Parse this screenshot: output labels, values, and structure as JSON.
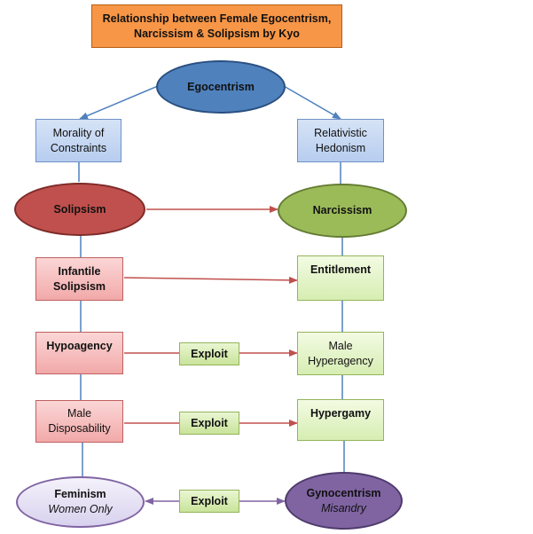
{
  "title": {
    "line1": "Relationship between Female Egocentrism,",
    "line2": "Narcissism & Solipsism by Kyo"
  },
  "nodes": {
    "egocentrism": "Egocentrism",
    "morality": {
      "line1": "Morality of",
      "line2": "Constraints"
    },
    "hedonism": {
      "line1": "Relativistic",
      "line2": "Hedonism"
    },
    "solipsism": "Solipsism",
    "narcissism": "Narcissism",
    "infantile": {
      "line1": "Infantile",
      "line2": "Solipsism"
    },
    "entitlement": "Entitlement",
    "hypoagency": "Hypoagency",
    "hyperagency": {
      "line1": "Male",
      "line2": "Hyperagency"
    },
    "disposability": {
      "line1": "Male",
      "line2": "Disposability"
    },
    "hypergamy": "Hypergamy",
    "feminism": {
      "line1": "Feminism",
      "line2": "Women Only"
    },
    "gynocentrism": {
      "line1": "Gynocentrism",
      "line2": "Misandry"
    }
  },
  "exploit_labels": [
    "Exploit",
    "Exploit",
    "Exploit"
  ],
  "colors": {
    "blue_connector": "#4f81bd",
    "red_arrow": "#c0504d",
    "purple_arrow": "#8064a2",
    "title_fill": "#f79646"
  }
}
